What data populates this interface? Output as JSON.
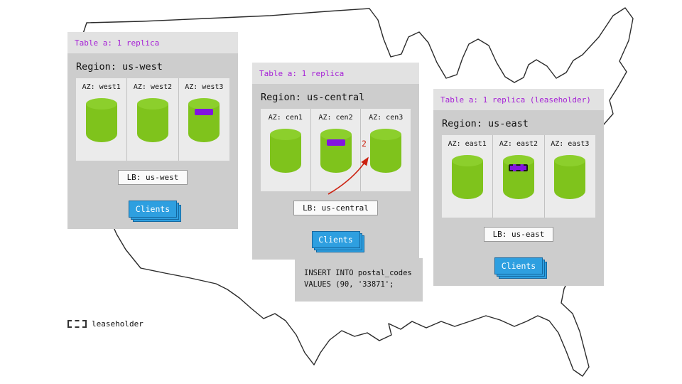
{
  "panels": [
    {
      "title": "Table a: 1 replica",
      "region": "Region: us-west",
      "azs": [
        {
          "label": "AZ: west1",
          "marker": "none"
        },
        {
          "label": "AZ: west2",
          "marker": "none"
        },
        {
          "label": "AZ: west3",
          "marker": "replica"
        }
      ],
      "lb": "LB: us-west",
      "clients": "Clients"
    },
    {
      "title": "Table a: 1 replica",
      "region": "Region: us-central",
      "azs": [
        {
          "label": "AZ: cen1",
          "marker": "none"
        },
        {
          "label": "AZ: cen2",
          "marker": "replica"
        },
        {
          "label": "AZ: cen3",
          "marker": "none"
        }
      ],
      "lb": "LB: us-central",
      "clients": "Clients"
    },
    {
      "title": "Table a: 1 replica (leaseholder)",
      "region": "Region: us-east",
      "azs": [
        {
          "label": "AZ: east1",
          "marker": "none"
        },
        {
          "label": "AZ: east2",
          "marker": "leaseholder"
        },
        {
          "label": "AZ: east3",
          "marker": "none"
        }
      ],
      "lb": "LB: us-east",
      "clients": "Clients"
    }
  ],
  "arrow": {
    "label": "2"
  },
  "query": {
    "line1": "INSERT INTO postal_codes",
    "line2": "VALUES (90, '33871';"
  },
  "legend": {
    "label": "leaseholder"
  },
  "colors": {
    "replica_purple": "#8214e0",
    "title_purple": "#a51fd6",
    "db_green": "#7fc31c",
    "client_blue": "#2e9fe0",
    "arrow_red": "#cc2211",
    "panel_gray": "#cdcdcd"
  }
}
